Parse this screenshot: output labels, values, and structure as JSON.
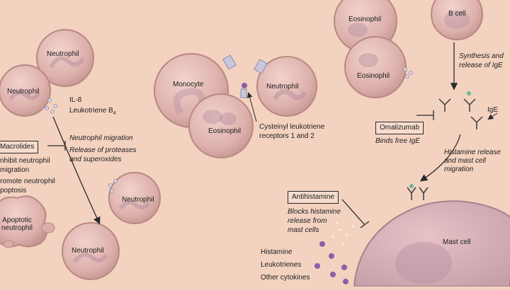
{
  "colors": {
    "background": "#f3d2c0",
    "cell_fill": "#e3b6b1",
    "cell_stroke": "#b98883",
    "nucleus": "#b48ea0",
    "granule": "#8c5fa8",
    "arrow": "#2a2a2a"
  },
  "cells": {
    "neutrophil_top": "Neutrophil",
    "neutrophil_left": "Neutrophil",
    "neutrophil_mid": "Neutrophil",
    "neutrophil_bottom": "Neutrophil",
    "apoptotic_neutrophil": "Apoptotic\nneutrophil",
    "monocyte": "Monocyte",
    "neutrophil_center": "Neutrophil",
    "eosinophil_center": "Eosinophil",
    "eosinophil_top": "Eosinophil",
    "eosinophil_lower": "Eosinophil",
    "b_cell": "B cell",
    "mast_cell": "Mast cell"
  },
  "labels": {
    "il8": "IL-8",
    "leukotriene_b4": "Leukotriene B",
    "leukotriene_b4_sub": "4",
    "macrolides": "Macrolides",
    "macrolides_effect1": "nhibit neutrophil",
    "macrolides_effect1b": "migration",
    "macrolides_effect2": "romote neutrophil",
    "macrolides_effect2b": "poptosis",
    "neutrophil_migration": "Neutrophil migration",
    "release_proteases": "Release of proteases",
    "and_superoxides": "and superoxides",
    "cysteinyl_1": "Cysteinyl leukotriene",
    "cysteinyl_2": "receptors 1 and 2",
    "synthesis_1": "Synthesis and",
    "synthesis_2": "release of IgE",
    "ige": "IgE",
    "omalizumab": "Omalizumab",
    "binds_free_ige": "Binds free IgE",
    "histamine_release_1": "Histamine release",
    "histamine_release_2": "and mast cell",
    "histamine_release_3": "migration",
    "antihistamine": "Antihistamine",
    "blocks_1": "Blocks histamine",
    "blocks_2": "release from",
    "blocks_3": "mast cells",
    "histamine": "Histamine",
    "leukotrienes": "Leukotrienes",
    "other_cytokines": "Other cytokines"
  }
}
